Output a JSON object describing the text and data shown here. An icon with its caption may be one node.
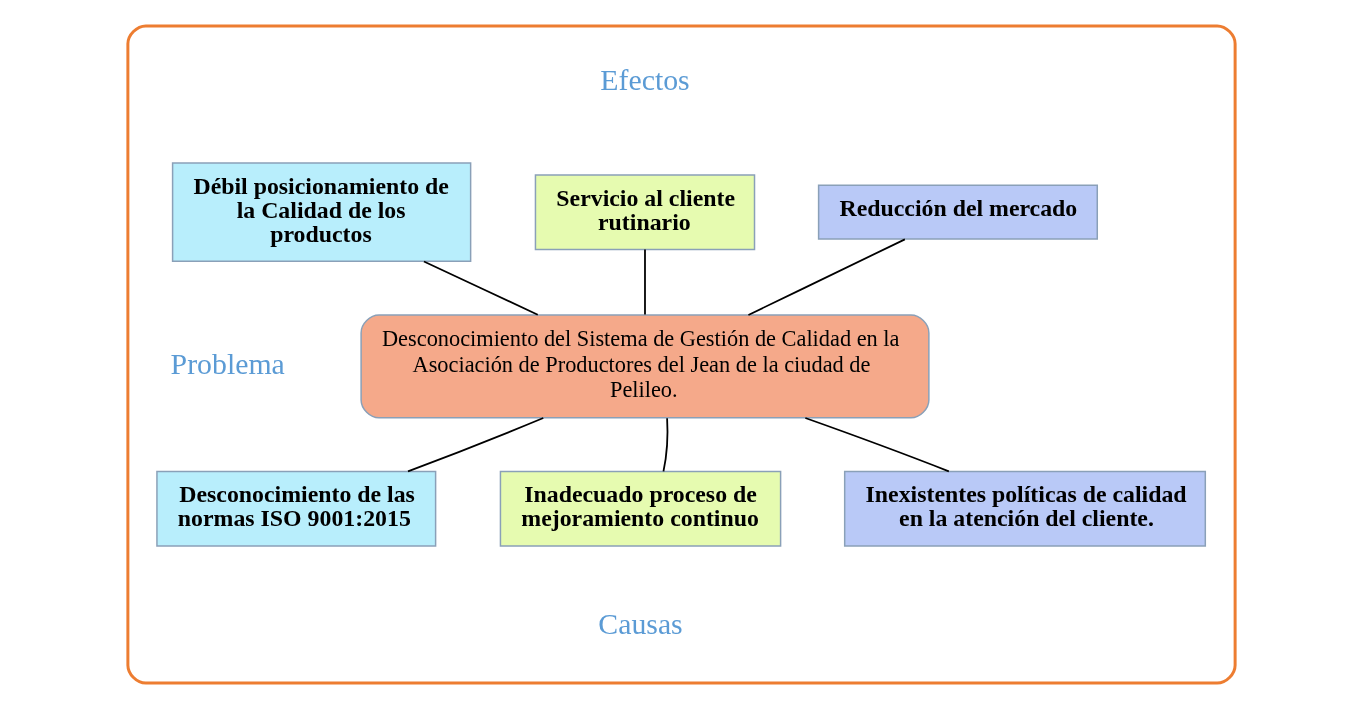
{
  "diagram": {
    "nodes": [
      {
        "text": [],
        "shape": "box"
      },
      {
        "text": [
          "Débil posicionamiento de la Calidad de los productos"
        ],
        "in": 0
      },
      {
        "text": [
          "Servicio al cliente rutinario"
        ],
        "in": 0
      },
      {
        "text": [
          "Reducción del mercado"
        ],
        "in": 0
      },
      {
        "text": [
          "Desconocimiento del Sistema de Gestión de Calidad en la Asociación de Productores del Jean de la ciudad de Pelileo."
        ],
        "in": 0
      },
      {
        "text": [
          "Desconocimiento de las normas ISO 9001:2015"
        ],
        "in": 0
      },
      {
        "text": [
          "Inadecuado proceso de mejoramiento continuo"
        ],
        "in": 0
      },
      {
        "text": [
          "Inexistentes políticas de calidad en la atención del cliente."
        ],
        "in": 0
      }
    ],
    "edges": [
      {
        "from": 1,
        "to": 4,
        "arrow": "none"
      },
      {
        "from": 2,
        "to": 4,
        "arrow": "none"
      },
      {
        "from": 3,
        "to": 4,
        "arrow": "none"
      },
      {
        "from": 5,
        "to": 4,
        "arrow": "none"
      },
      {
        "from": 6,
        "to": 4,
        "arrow": "none"
      },
      {
        "from": 7,
        "to": 4,
        "arrow": "none"
      }
    ],
    "labels": [
      "Efectos",
      "Problema",
      "Causas"
    ]
  }
}
